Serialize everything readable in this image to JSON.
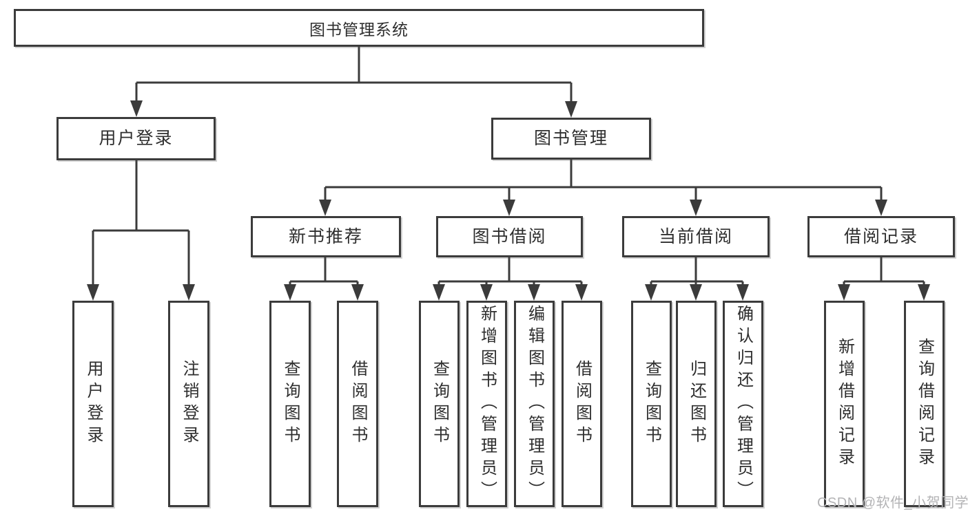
{
  "diagram": {
    "root": {
      "label": "图书管理系统"
    },
    "user_branch": {
      "label": "用户登录",
      "children": [
        "用户登录",
        "注销登录"
      ]
    },
    "book_branch": {
      "label": "图书管理",
      "groups": [
        {
          "label": "新书推荐",
          "children": [
            "查询图书",
            "借阅图书"
          ]
        },
        {
          "label": "图书借阅",
          "children": [
            "查询图书",
            "新增图书（管理员）",
            "编辑图书（管理员）",
            "借阅图书"
          ]
        },
        {
          "label": "当前借阅",
          "children": [
            "查询图书",
            "归还图书",
            "确认归还（管理员）"
          ]
        },
        {
          "label": "借阅记录",
          "children": [
            "新增借阅记录",
            "查询借阅记录"
          ]
        }
      ]
    }
  },
  "watermark": {
    "text": "CSDN @软件_小贺同学"
  },
  "colors": {
    "line": "#3b3b3b",
    "text": "#2e2e2e",
    "box_bg": "#ffffff",
    "page_bg": "#ffffff",
    "watermark": "#b3b3b5"
  }
}
